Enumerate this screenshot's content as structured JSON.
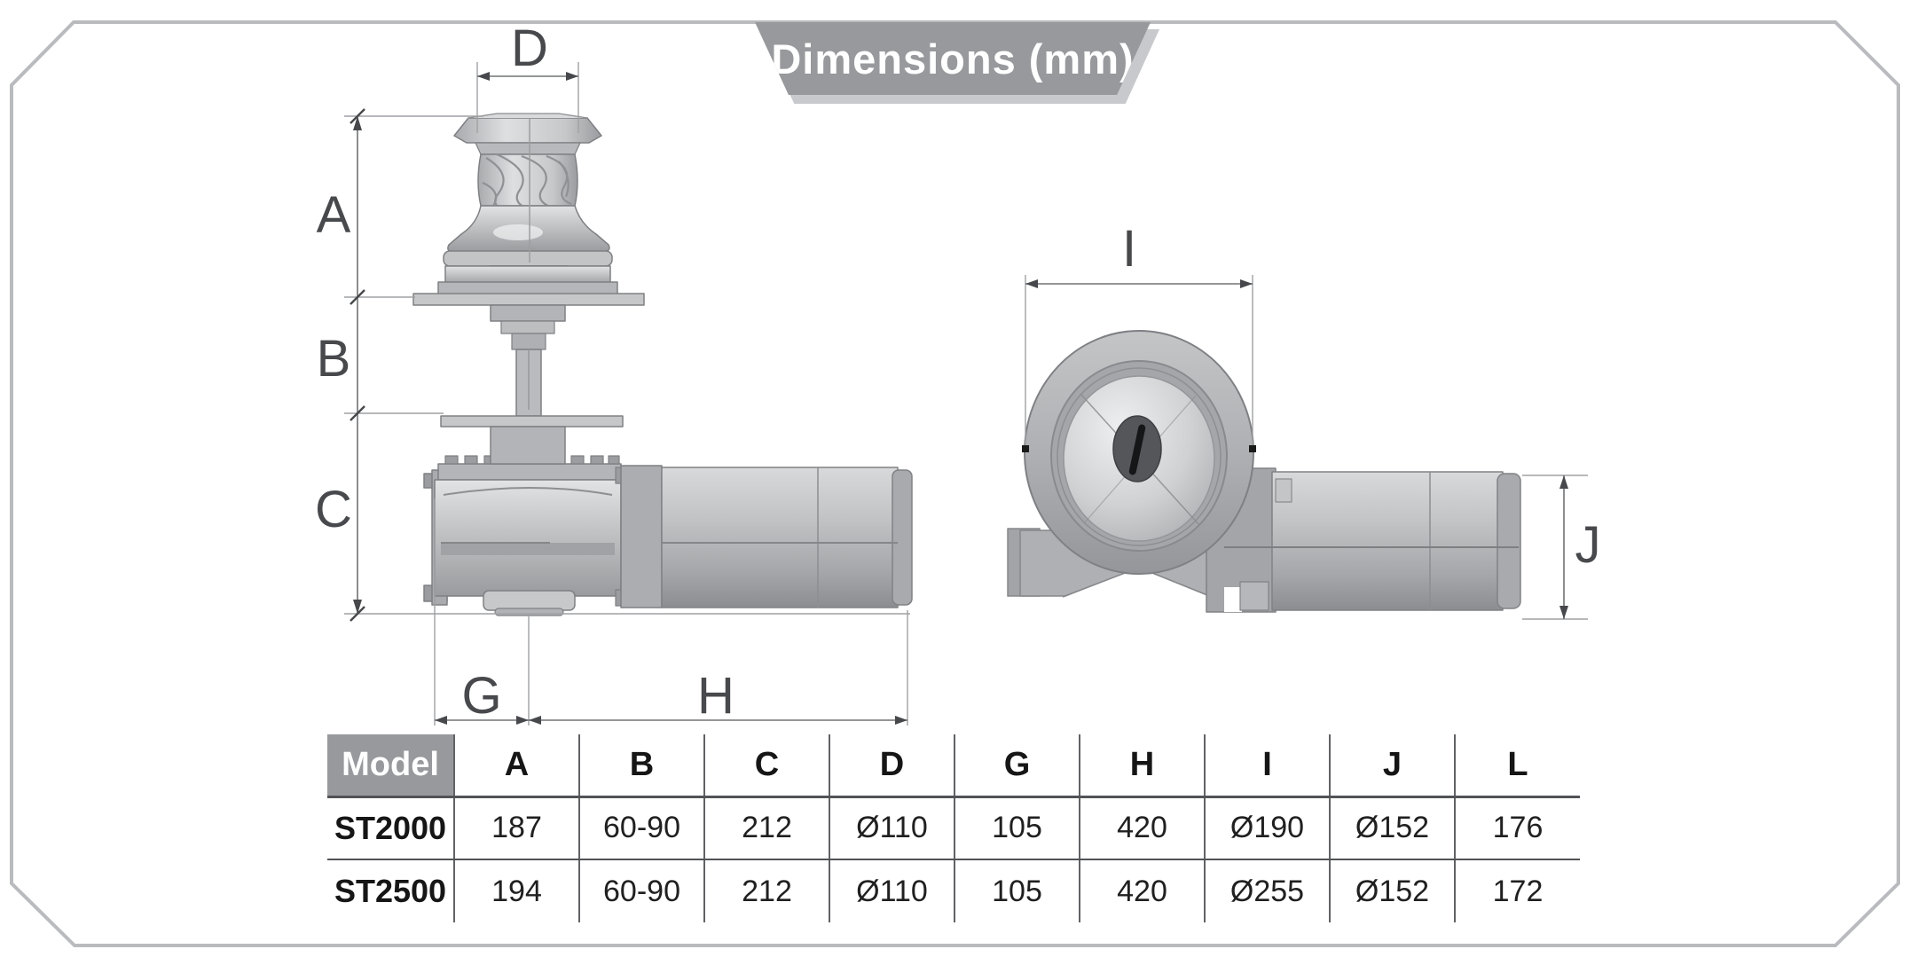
{
  "banner": {
    "label": "Dimensions (mm)"
  },
  "diagram": {
    "side_view": {
      "name": "windlass side view",
      "labels": {
        "a": "A",
        "b": "B",
        "c": "C",
        "d": "D",
        "g": "G",
        "h": "H"
      }
    },
    "front_view": {
      "name": "windlass front view",
      "labels": {
        "i": "I",
        "j": "J"
      }
    }
  },
  "table": {
    "model_header": "Model",
    "headers": [
      "A",
      "B",
      "C",
      "D",
      "G",
      "H",
      "I",
      "J",
      "L"
    ],
    "rows": [
      {
        "model": "ST2000",
        "values": [
          "187",
          "60-90",
          "212",
          "Ø110",
          "105",
          "420",
          "Ø190",
          "Ø152",
          "176"
        ]
      },
      {
        "model": "ST2500",
        "values": [
          "194",
          "60-90",
          "212",
          "Ø110",
          "105",
          "420",
          "Ø255",
          "Ø152",
          "172"
        ]
      }
    ]
  },
  "colors": {
    "banner_bg": "#97999c",
    "banner_shadow": "#c7c9cc",
    "frame_border": "#b9bbbe",
    "table_header_bg": "#97999c",
    "table_line_dark": "#515356",
    "dim_line": "#707275",
    "metal_light": "#dcdde0",
    "metal_mid": "#b7b9bc",
    "metal_dark": "#8f9194"
  }
}
